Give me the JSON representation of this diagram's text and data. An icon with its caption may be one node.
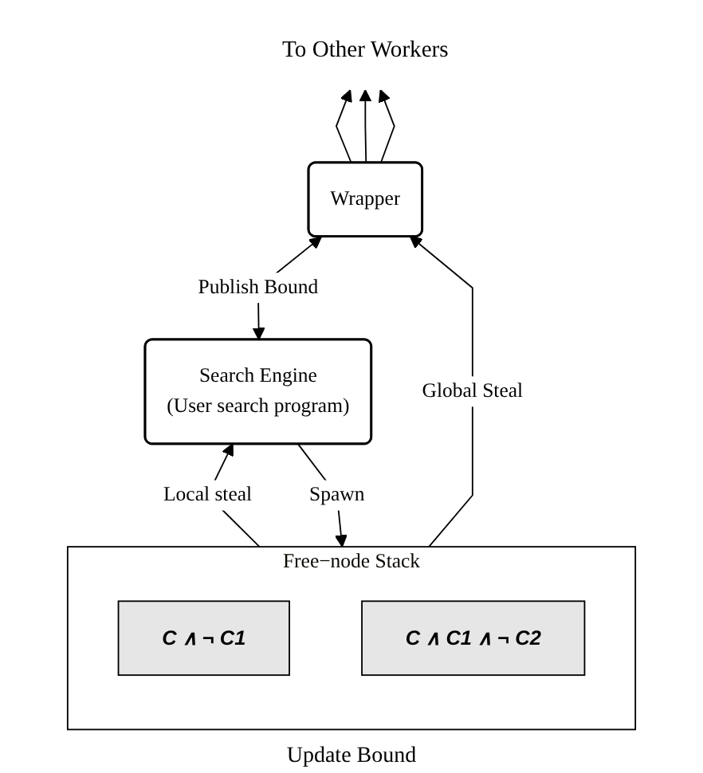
{
  "diagram": {
    "nodes": [
      {
        "text": [
          "To Other Workers"
        ]
      },
      {
        "text": [
          "Wrapper"
        ]
      },
      {
        "text": [
          "Free−node Stack"
        ]
      },
      {
        "text": [
          "C ∧ ¬ C1"
        ],
        "in": 2
      },
      {
        "text": [
          "C ∧ C1 ∧ ¬ C2"
        ],
        "in": 2
      },
      {
        "text": [
          "Search Engine",
          "(User search program)"
        ]
      }
    ],
    "edges": [
      {
        "from": 1,
        "to": 0,
        "arrow": "to"
      },
      {
        "from": 1,
        "to": 0,
        "arrow": "to"
      },
      {
        "from": 1,
        "to": 0,
        "arrow": "to"
      },
      {
        "from": 2,
        "to": 1,
        "arrow": "to",
        "label": "Global Steal"
      },
      {
        "from": 5,
        "to": 2,
        "arrow": "to",
        "label": "Spawn"
      },
      {
        "from": 2,
        "to": 5,
        "arrow": "to",
        "label": "Local steal"
      },
      {
        "from": 5,
        "to": 1,
        "arrow": "both",
        "label": "Publish Bound"
      }
    ],
    "labels": [
      "Update Bound"
    ]
  }
}
